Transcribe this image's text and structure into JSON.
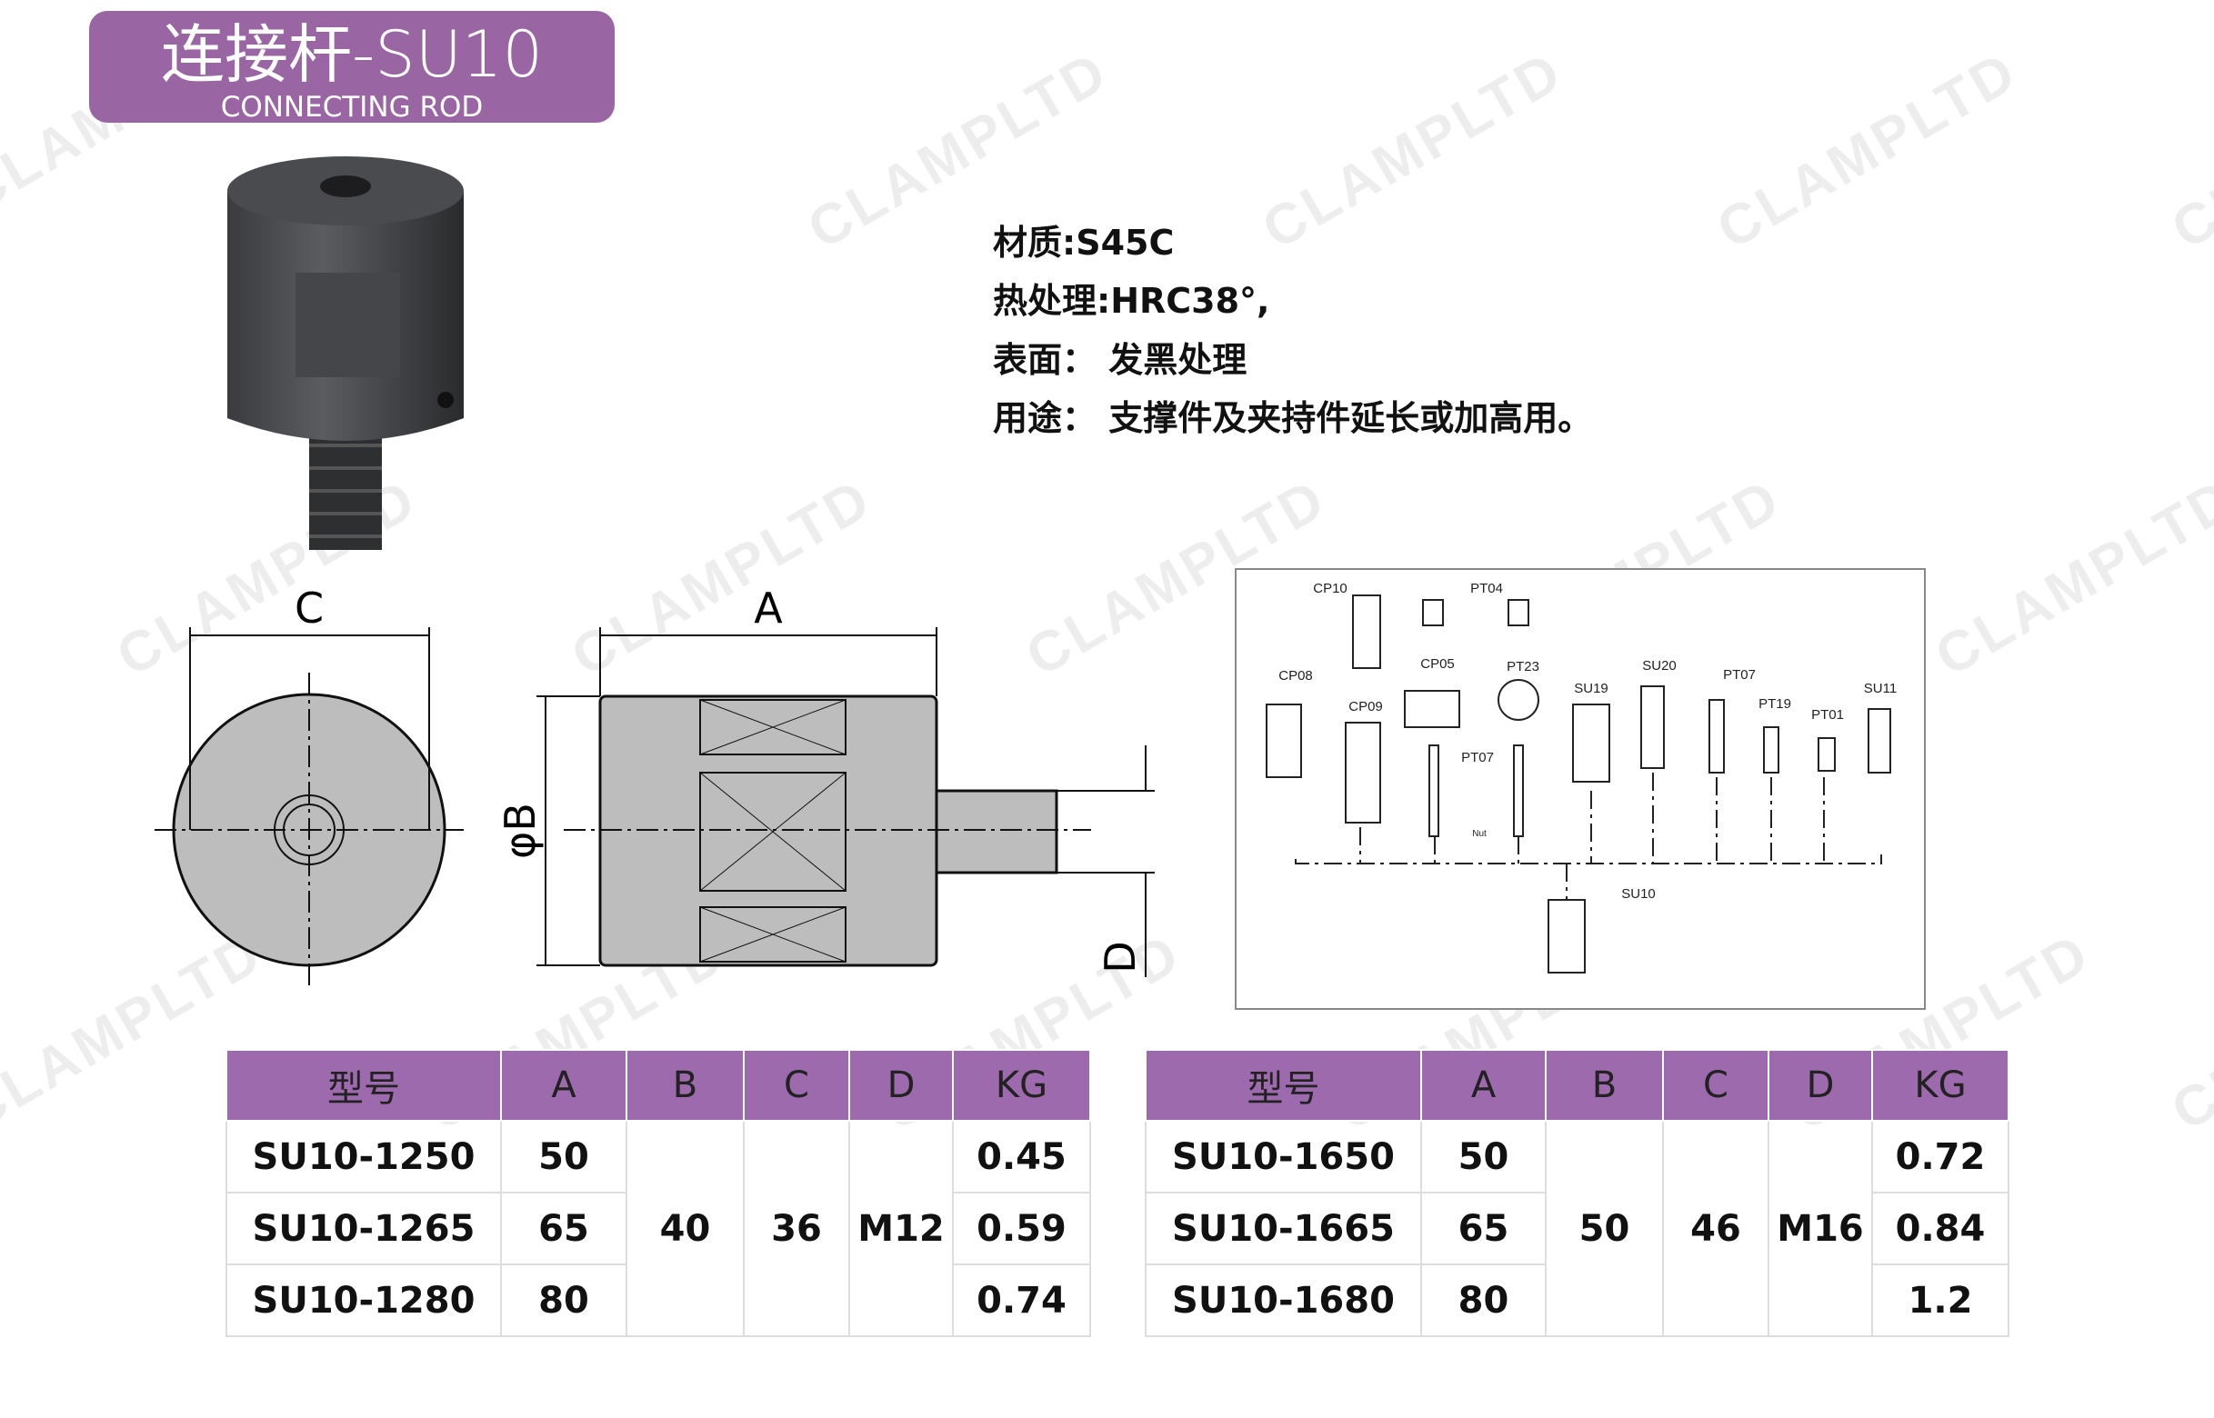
{
  "title": {
    "cn": "连接杆-SU10",
    "en": "CONNECTING ROD"
  },
  "watermark": "CLAMPLTD",
  "specs": [
    "材质:S45C",
    "热处理:HRC38°,",
    "表面：  发黑处理",
    "用途：  支撑件及夹持件延长或加高用。"
  ],
  "drawing": {
    "C": "C",
    "A": "A",
    "B": "φB",
    "D": "D"
  },
  "assembly": {
    "labels": [
      "CP10",
      "PT04",
      "CP08",
      "CP09",
      "CP05",
      "PT23",
      "PT07",
      "SU19",
      "SU20",
      "PT07",
      "PT19",
      "PT01",
      "SU11",
      "SU10",
      "Nut"
    ]
  },
  "tables": [
    {
      "headers": [
        "型号",
        "A",
        "B",
        "C",
        "D",
        "KG"
      ],
      "rows": [
        [
          "SU10-1250",
          "50",
          "0.45"
        ],
        [
          "SU10-1265",
          "65",
          "0.59"
        ],
        [
          "SU10-1280",
          "80",
          "0.74"
        ]
      ],
      "shared": [
        "40",
        "36",
        "M12"
      ]
    },
    {
      "headers": [
        "型号",
        "A",
        "B",
        "C",
        "D",
        "KG"
      ],
      "rows": [
        [
          "SU10-1650",
          "50",
          "0.72"
        ],
        [
          "SU10-1665",
          "65",
          "0.84"
        ],
        [
          "SU10-1680",
          "80",
          "1.2"
        ]
      ],
      "shared": [
        "50",
        "46",
        "M16"
      ]
    }
  ]
}
